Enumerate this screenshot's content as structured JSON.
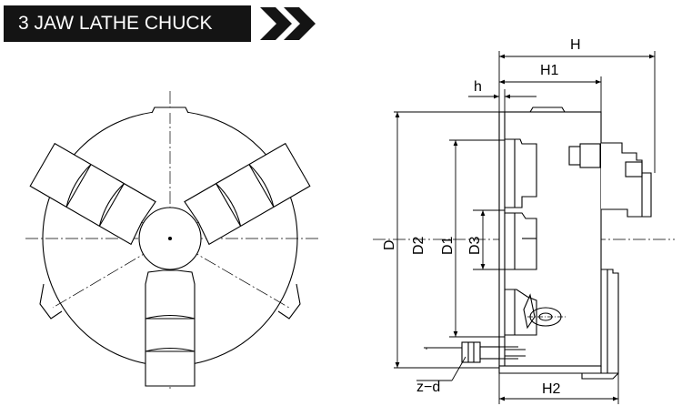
{
  "title": "3 JAW LATHE CHUCK",
  "colors": {
    "banner": "#141414",
    "line": "#000000",
    "background": "#ffffff"
  },
  "dimensions": {
    "H": "H",
    "H1": "H1",
    "h": "h",
    "D": "D",
    "D2": "D2",
    "D1": "D1",
    "D3": "D3",
    "zd": "z−d",
    "H2": "H2"
  }
}
